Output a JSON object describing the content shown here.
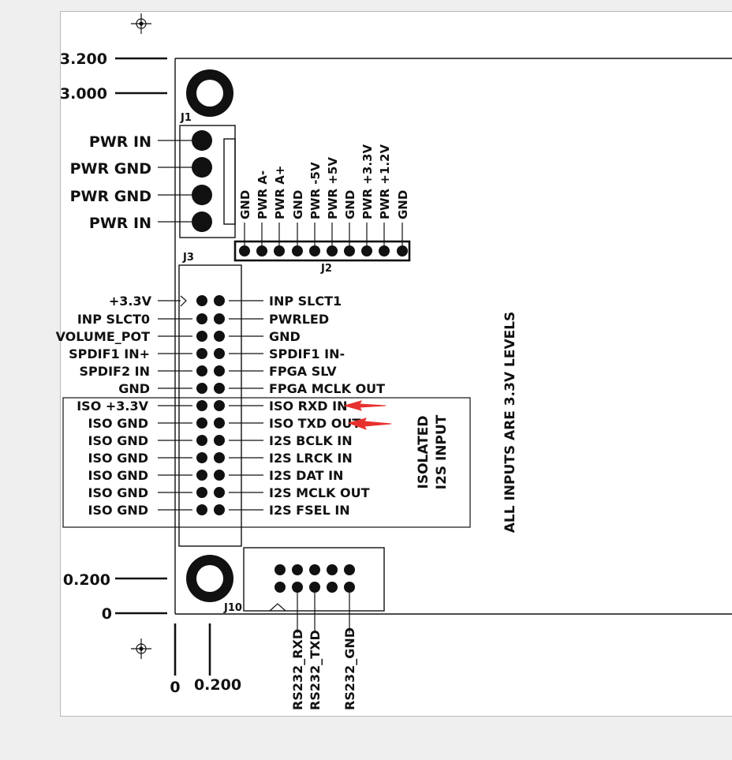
{
  "dimensions": {
    "y_labels": [
      "3.200",
      "3.000",
      "0.200",
      "0"
    ],
    "x_labels": [
      "0",
      "0.200"
    ]
  },
  "connectors": {
    "j1": {
      "designator": "J1",
      "pins": [
        "PWR IN",
        "PWR GND",
        "PWR GND",
        "PWR IN"
      ]
    },
    "j2": {
      "designator": "J2",
      "pins": [
        "GND",
        "PWR A-",
        "PWR A+",
        "GND",
        "PWR -5V",
        "PWR +5V",
        "GND",
        "PWR +3.3V",
        "PWR +1.2V",
        "GND"
      ]
    },
    "j3": {
      "designator": "J3",
      "left_pins": [
        "+3.3V",
        "INP SLCT0",
        "VOLUME_POT",
        "SPDIF1 IN+",
        "SPDIF2 IN",
        "GND",
        "ISO +3.3V",
        "ISO GND",
        "ISO GND",
        "ISO GND",
        "ISO GND",
        "ISO GND",
        "ISO GND"
      ],
      "right_pins": [
        "INP SLCT1",
        "PWRLED",
        "GND",
        "SPDIF1 IN-",
        "FPGA SLV",
        "FPGA MCLK OUT",
        "ISO RXD IN",
        "ISO TXD OUT",
        "I2S BCLK IN",
        "I2S LRCK IN",
        "I2S DAT IN",
        "I2S MCLK OUT",
        "I2S FSEL IN"
      ]
    },
    "j10": {
      "designator": "J10",
      "pins": [
        "RS232_RXD",
        "RS232_TXD",
        "RS232_GND"
      ]
    }
  },
  "notes": {
    "isolated_line1": "ISOLATED",
    "isolated_line2": "I2S INPUT",
    "levels": "ALL INPUTS ARE 3.3V LEVELS"
  },
  "colors": {
    "ink": "#111111",
    "arrow": "#e8312e",
    "paper": "#ffffff",
    "background": "#efefef"
  },
  "icons": [
    "crosshair-icon",
    "mounting-hole-icon",
    "red-arrow-icon"
  ]
}
